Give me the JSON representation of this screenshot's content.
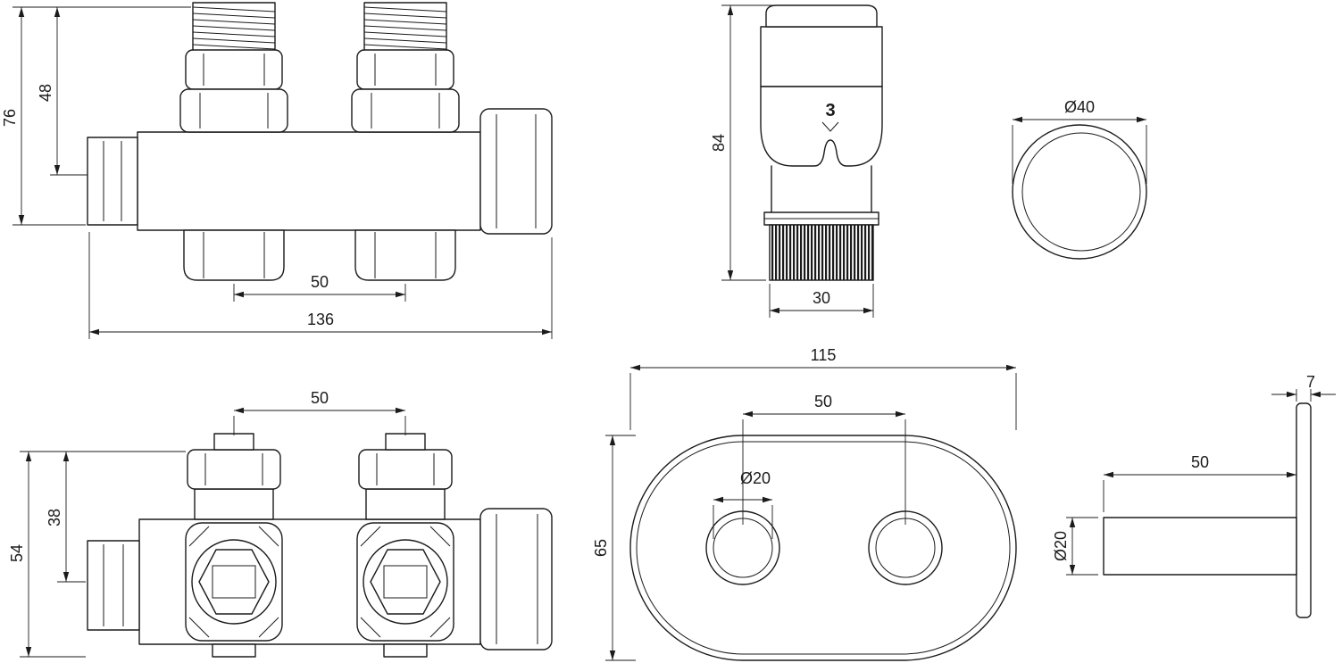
{
  "drawing": {
    "valve_side": {
      "height_total": "76",
      "height_upper": "48",
      "port_spacing": "50",
      "length_total": "136"
    },
    "head": {
      "height": "84",
      "base_width": "30",
      "setting_number": "3"
    },
    "ring": {
      "diameter": "Ø40"
    },
    "valve_front": {
      "height_total": "54",
      "height_axis": "38",
      "port_spacing": "50"
    },
    "plate": {
      "length": "115",
      "hole_spacing": "50",
      "hole_diameter": "Ø20",
      "height": "65"
    },
    "plate_side": {
      "thickness": "7",
      "sleeve_length": "50",
      "sleeve_diameter": "Ø20"
    }
  }
}
